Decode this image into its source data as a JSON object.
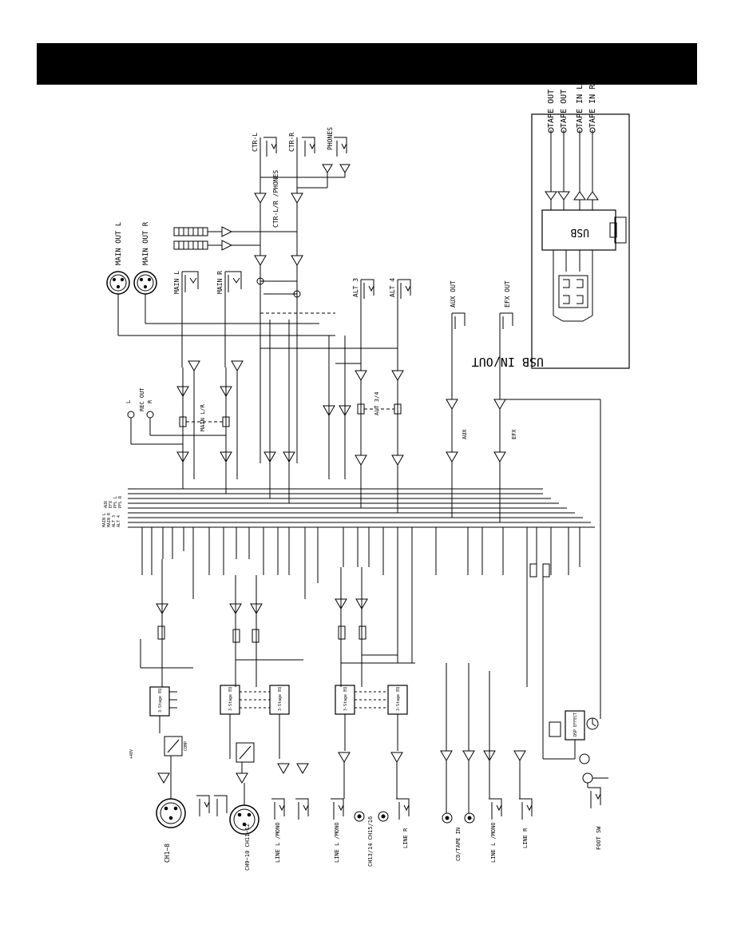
{
  "header": {
    "title": ""
  },
  "colors": {
    "ink": "#000000",
    "paper": "#ffffff",
    "header_bar": "#000000"
  },
  "usb_panel": {
    "title": "USB IN/OUT",
    "device": "USB",
    "ports": [
      "TAPE OUT L",
      "TAPE OUT R",
      "TAPE IN L",
      "TAPE IN R"
    ]
  },
  "outputs": {
    "main_out_l": "MAIN OUT L",
    "main_out_r": "MAIN OUT R",
    "main_l": "MAIN L",
    "main_r": "MAIN R",
    "ctr_l": "CTR-L",
    "ctr_r": "CTR-R",
    "phones": "PHONES",
    "ctr_lr_phones": "CTR-L/R /PHONES",
    "alt3": "ALT 3",
    "alt4": "ALT 4",
    "aux_out": "AUX OUT",
    "efx_out": "EFX OUT",
    "rec_out": "REC OUT",
    "rec_l": "L",
    "rec_r": "R",
    "main_lr": "MAIN L/R",
    "alt34": "ALT 3/4",
    "aux": "AUX",
    "efx": "EFX"
  },
  "inputs": {
    "ch1_8": "CH1~8",
    "ch9_12": "CH9~10 CH11~12",
    "line_l_mono": "LINE L /MONO",
    "line_r": "LINE R",
    "ch13_16": "CH13/14 CH15/16",
    "cd_tape": "CD/TAPE IN",
    "foot_sw": "FOOT SW",
    "phantom": "+48V"
  },
  "blocks": {
    "eq3": "3-Stage EQ",
    "eq3_alt": "3-Stage EQ",
    "effects": "DSP EFFECT",
    "comp": "COMP"
  },
  "bus_labels": [
    "MAIN L",
    "MAIN R",
    "ALT 3",
    "ALT 4",
    "AUX",
    "EFX",
    "PFL L",
    "PFL R"
  ]
}
